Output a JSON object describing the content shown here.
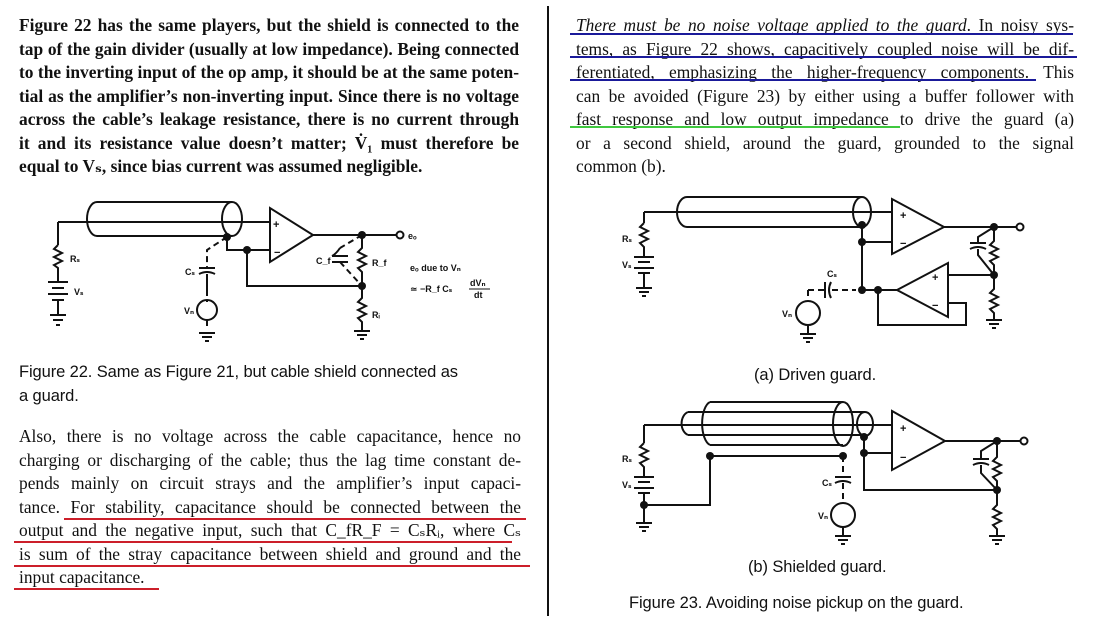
{
  "left_column": {
    "intro_paragraph": [
      "Figure 22 has the same players, but the shield is connected to the",
      "tap of the gain divider (usually at low impedance). Being connected",
      "to the inverting input of the op amp, it should be at the same poten-",
      "tial as the amplifier’s non-inverting input. Since there is no voltage",
      "across the cable’s leakage resistance, there is no current through",
      "it and its resistance value doesn’t matter; V̇₁ must therefore be",
      "equal to Vₛ, since bias current was assumed negligible."
    ],
    "figure22": {
      "labels": {
        "rs": "Rₛ",
        "vs": "Vₛ",
        "cs": "Cₛ",
        "vn": "Vₙ",
        "cf": "C_f",
        "rf": "R_f",
        "ri": "Rᵢ",
        "eo": "eₒ",
        "plus": "+",
        "minus": "−",
        "note_line1": "eₒ due to Vₙ",
        "note_line2": "≃ −R_f Cₛ",
        "note_frac_num": "dVₙ",
        "note_frac_den": "dt"
      },
      "caption_line1": "Figure 22.  Same as Figure 21, but cable shield connected as",
      "caption_line2": "a guard."
    },
    "also_paragraph": [
      "Also, there is no voltage across the cable capacitance, hence no",
      "charging or discharging of the cable; thus the lag time constant de-",
      "pends mainly on circuit strays and the amplifier’s input capaci-",
      "tance. For stability, capacitance should be connected between the",
      "output and the negative input, such that C_fR_F = CₛRᵢ, where Cₛ",
      "is sum of the stray capacitance between shield and ground and the",
      "input capacitance."
    ]
  },
  "right_column": {
    "paragraph": [
      "There must be no noise voltage applied to the guard. In noisy sys-",
      "tems, as Figure 22 shows, capacitively coupled noise will be dif-",
      "ferentiated, emphasizing the higher-frequency components. This",
      "can be avoided (Figure 23) by either using a buffer follower with",
      "fast response and low output impedance to drive the guard (a)",
      "or a second shield, around the guard, grounded to the signal",
      "common (b)."
    ],
    "italic_lead": "There must be no noise voltage applied to the guard",
    "figure23a": {
      "labels": {
        "rs": "Rₛ",
        "vs": "Vₛ",
        "cs": "Cₛ",
        "vn": "Vₙ",
        "plus": "+",
        "minus": "−"
      },
      "caption": "(a)  Driven guard."
    },
    "figure23b": {
      "labels": {
        "rs": "Rₛ",
        "vs": "Vₛ",
        "cs": "Cₛ",
        "vn": "Vₙ",
        "plus": "+",
        "minus": "−"
      },
      "caption": "(b)  Shielded guard."
    },
    "figure23_caption": "Figure 23.  Avoiding noise pickup on the guard."
  },
  "annotations": {
    "blue_underline_color": "#1a1a9a",
    "green_underline_color": "#3fc83f",
    "red_underline_color": "#cc1f2a"
  }
}
